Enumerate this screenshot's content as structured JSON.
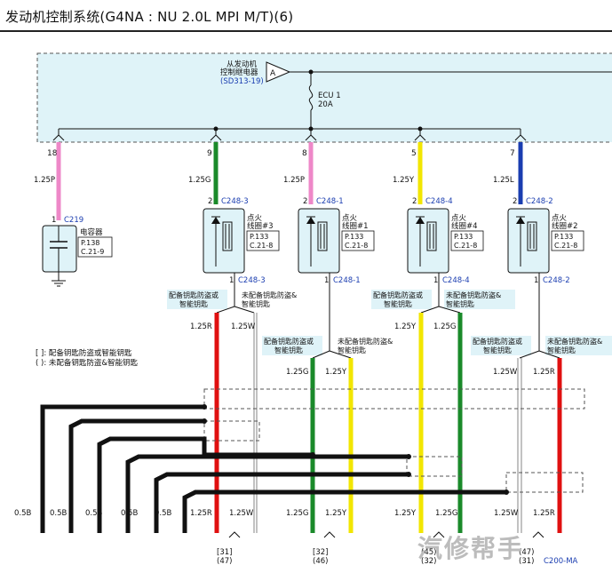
{
  "title": "发动机控制系统(G4NA : NU 2.0L MPI M/T)(6)",
  "relay_box": {
    "source_line1": "从发动机",
    "source_line2": "控制继电器",
    "source_ref": "(SD313-19)",
    "connector_letter": "A",
    "fuse_name": "ECU 1",
    "fuse_rating": "20A"
  },
  "pin_numbers": [
    "18",
    "9",
    "8",
    "5",
    "7"
  ],
  "wire_specs_top": [
    "1.25P",
    "1.25G",
    "1.25P",
    "1.25Y",
    "1.25L"
  ],
  "capacitor": {
    "pin": "1",
    "connector": "C219",
    "name": "电容器",
    "page": "P.138",
    "section": "C.21-9"
  },
  "coils": [
    {
      "top_pin": "2",
      "top_conn": "C248-3",
      "name_line1": "点火",
      "name_line2": "线圈#3",
      "page": "P.133",
      "section": "C.21-8",
      "bottom_pin": "1",
      "bottom_conn": "C248-3"
    },
    {
      "top_pin": "2",
      "top_conn": "C248-1",
      "name_line1": "点火",
      "name_line2": "线圈#1",
      "page": "P.133",
      "section": "C.21-8",
      "bottom_pin": "1",
      "bottom_conn": "C248-1"
    },
    {
      "top_pin": "2",
      "top_conn": "C248-4",
      "name_line1": "点火",
      "name_line2": "线圈#4",
      "page": "P.133",
      "section": "C.21-8",
      "bottom_pin": "1",
      "bottom_conn": "C248-4"
    },
    {
      "top_pin": "2",
      "top_conn": "C248-2",
      "name_line1": "点火",
      "name_line2": "线圈#2",
      "page": "P.133",
      "section": "C.21-8",
      "bottom_pin": "1",
      "bottom_conn": "C248-2"
    }
  ],
  "branch_labels": {
    "smart_a": "配备钥匙防盗或",
    "smart_b": "智能钥匙",
    "nosmart_a": "未配备钥匙防盗&",
    "nosmart_b": "智能钥匙"
  },
  "legend": {
    "bracket": "[  ]: 配备钥匙防盗或智能钥匙",
    "paren": "(  ): 未配备钥匙防盗&智能钥匙"
  },
  "branch_wire_specs": {
    "c3": [
      "1.25R",
      "1.25W"
    ],
    "c1": [
      "1.25G",
      "1.25Y"
    ],
    "c4": [
      "1.25Y",
      "1.25G"
    ],
    "c2": [
      "1.25W",
      "1.25R"
    ]
  },
  "bottom_wire_specs": [
    "0.5B",
    "0.5B",
    "0.5B",
    "0.5B",
    "0.5B",
    "1.25R",
    "1.25W",
    "1.25G",
    "1.25Y",
    "1.25Y",
    "1.25G",
    "1.25W",
    "1.25R"
  ],
  "bottom_pins": {
    "p1_top": "[31]",
    "p1_bot": "(47)",
    "p2_top": "[32]",
    "p2_bot": "(46)",
    "p3_top": "(45)",
    "p3_bot": "(32)",
    "p4_top": "(47)",
    "p4_bot": "(31)",
    "connector": "C200-MA"
  },
  "watermark": "汽修帮手",
  "colors": {
    "pink": "#ee88c8",
    "green": "#1a8a2a",
    "yellow": "#f2e600",
    "blue": "#1a3db0",
    "red": "#e01010",
    "white_wire": "#cfcfcf",
    "box_fill": "#dff3f8"
  }
}
